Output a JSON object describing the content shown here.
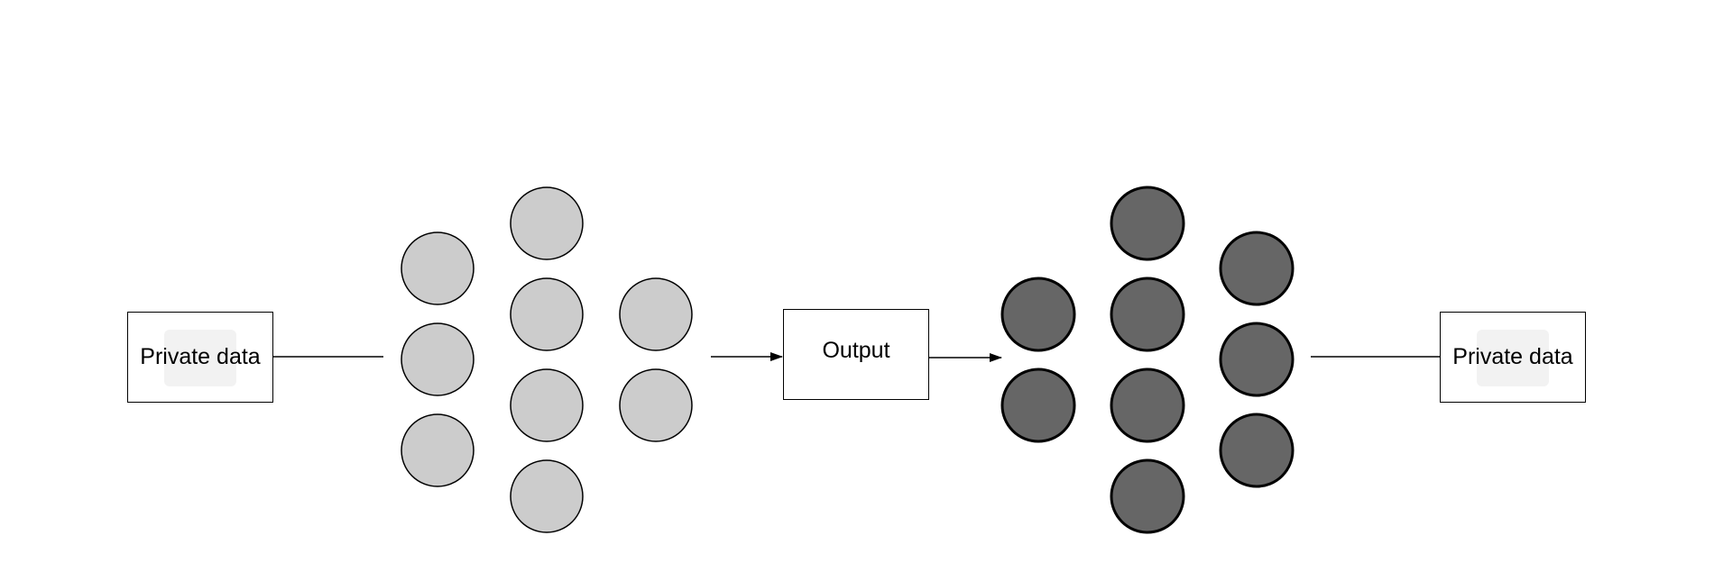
{
  "diagram": {
    "left_box": {
      "label": "Private data"
    },
    "center_box": {
      "label": "Output"
    },
    "right_box": {
      "label": "Private data"
    }
  },
  "colors": {
    "light_neuron_fill": "#cccccc",
    "dark_neuron_fill": "#666666",
    "stroke": "#000000",
    "background": "#ffffff",
    "watermark": "#f2f2f2"
  },
  "networks": {
    "left_network": {
      "layer_sizes": [
        3,
        4,
        2
      ],
      "style": "light"
    },
    "right_network": {
      "layer_sizes": [
        2,
        4,
        3
      ],
      "style": "dark"
    }
  }
}
